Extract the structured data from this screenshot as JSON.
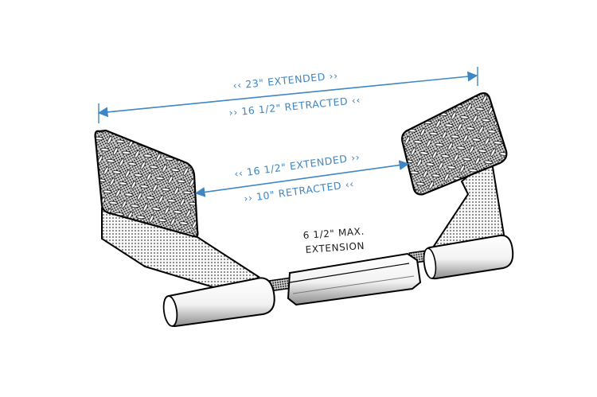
{
  "colors": {
    "dimension": "#3f86c2",
    "ink": "#111111",
    "paper": "#ffffff"
  },
  "labels": {
    "outer_extended": "‹‹ 23\" EXTENDED ››",
    "outer_retracted": "›› 16 1/2\" RETRACTED ‹‹",
    "inner_extended": "‹‹ 16 1/2\" EXTENDED ››",
    "inner_retracted": "›› 10\" RETRACTED ‹‹",
    "max_extension_line1": "6 1/2\" MAX.",
    "max_extension_line2": "EXTENSION"
  }
}
